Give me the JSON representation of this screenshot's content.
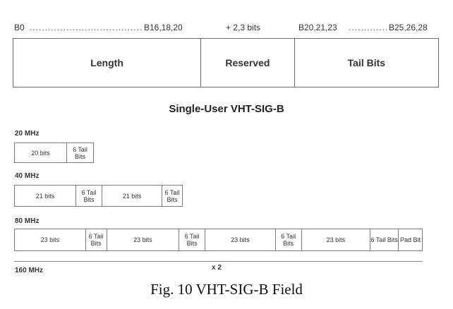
{
  "top_labels": {
    "b0": "B0",
    "b16": "B16,18,20",
    "reserved_bits": "+ 2,3 bits",
    "b20": "B20,21,23",
    "b25": "B25,26,28"
  },
  "fields": [
    {
      "label": "Length"
    },
    {
      "label": "Reserved"
    },
    {
      "label": "Tail Bits"
    }
  ],
  "subtitle": "Single-User VHT-SIG-B",
  "bandwidths": [
    {
      "label": "20 MHz",
      "segments": [
        "20 bits",
        "6 Tail Bits"
      ]
    },
    {
      "label": "40 MHz",
      "segments": [
        "21 bits",
        "6 Tail Bits",
        "21 bits",
        "6 Tail Bits"
      ]
    },
    {
      "label": "80 MHz",
      "segments": [
        "23 bits",
        "6 Tail Bits",
        "23 bits",
        "6 Tail Bits",
        "23 bits",
        "6 Tail Bits",
        "23 bits",
        "6 Tail Bits",
        "Pad Bit"
      ]
    },
    {
      "label": "160 MHz",
      "note": "x 2"
    }
  ],
  "caption": "Fig. 10 VHT-SIG-B Field"
}
